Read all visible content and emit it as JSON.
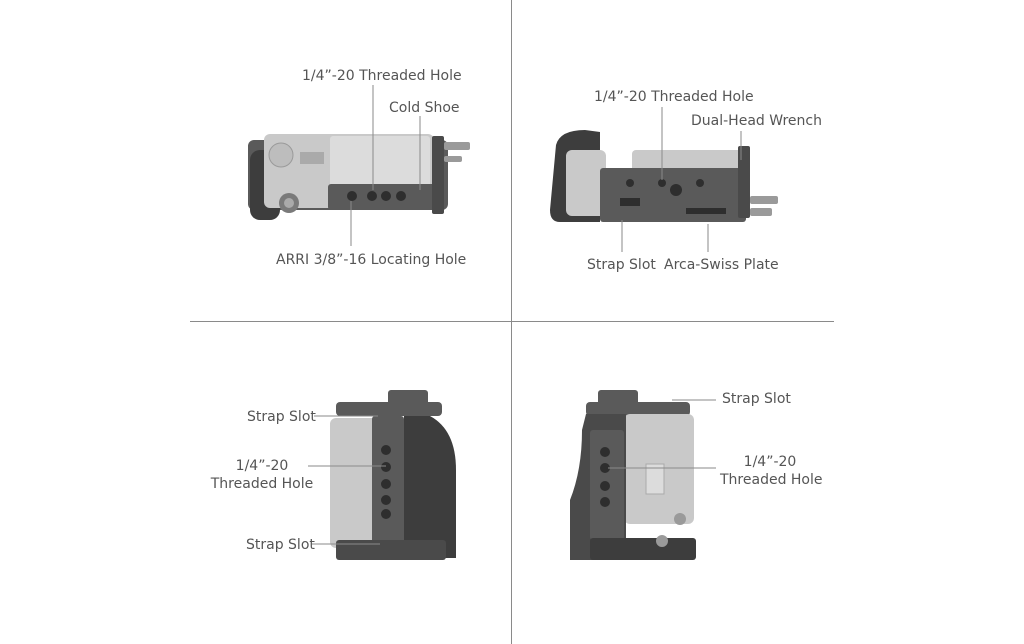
{
  "colors": {
    "line": "#8a8a8a",
    "text": "#555555",
    "cage": "#5a5a5a",
    "cage_dark": "#3d3d3d",
    "camera": "#c9c9c9",
    "camera_light": "#dcdcdc"
  },
  "top_left": {
    "threaded_hole": "1/4”-20 Threaded Hole",
    "cold_shoe": "Cold Shoe",
    "arri_hole": "ARRI 3/8”-16 Locating Hole"
  },
  "top_right": {
    "threaded_hole": "1/4”-20 Threaded Hole",
    "wrench": "Dual-Head Wrench",
    "strap_slot": "Strap Slot",
    "arca_plate": "Arca-Swiss Plate"
  },
  "bottom_left": {
    "strap_slot_top": "Strap Slot",
    "threaded_line1": "1/4”-20",
    "threaded_line2": "Threaded Hole",
    "strap_slot_bottom": "Strap Slot"
  },
  "bottom_right": {
    "strap_slot": "Strap Slot",
    "threaded_line1": "1/4”-20",
    "threaded_line2": "Threaded Hole"
  }
}
